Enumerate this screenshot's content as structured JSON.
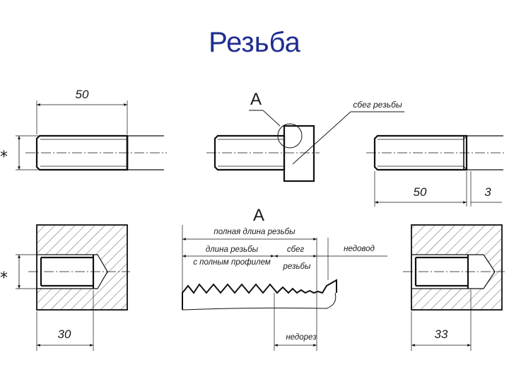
{
  "slide": {
    "title": "Резьба"
  },
  "views": {
    "bolt_left": {
      "length": "50",
      "diameter_mark": "*"
    },
    "bolt_middle": {
      "view_letter": "A",
      "note": "сбег резьбы"
    },
    "bolt_right": {
      "length": "50",
      "runout": "3"
    },
    "hole_left": {
      "depth": "30",
      "diameter_mark": "*"
    },
    "detail_a": {
      "view_letter": "A",
      "full_length": "полная длина резьбы",
      "full_profile_line1": "длина резьбы",
      "full_profile_line2": "с полным профилем",
      "runout_line1": "сбег",
      "runout_line2": "резьбы",
      "undercut": "недовод",
      "incomplete": "недорез"
    },
    "hole_right": {
      "depth": "33"
    }
  }
}
